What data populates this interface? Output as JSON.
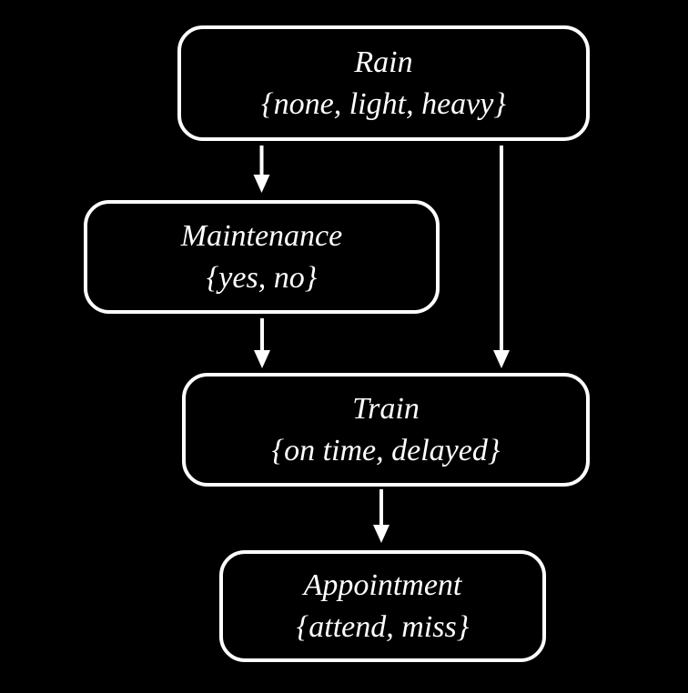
{
  "diagram": {
    "title": "bayesian-network",
    "background_color": "#000000",
    "node_border_color": "#ffffff",
    "text_color": "#ffffff",
    "arrow_color": "#ffffff",
    "nodes": [
      {
        "id": "rain",
        "name": "Rain",
        "domain": "{none, light, heavy}"
      },
      {
        "id": "maintenance",
        "name": "Maintenance",
        "domain": "{yes, no}"
      },
      {
        "id": "train",
        "name": "Train",
        "domain": "{on time, delayed}"
      },
      {
        "id": "appointment",
        "name": "Appointment",
        "domain": "{attend, miss}"
      }
    ],
    "edges": [
      {
        "from": "rain",
        "to": "maintenance"
      },
      {
        "from": "rain",
        "to": "train"
      },
      {
        "from": "maintenance",
        "to": "train"
      },
      {
        "from": "train",
        "to": "appointment"
      }
    ]
  }
}
